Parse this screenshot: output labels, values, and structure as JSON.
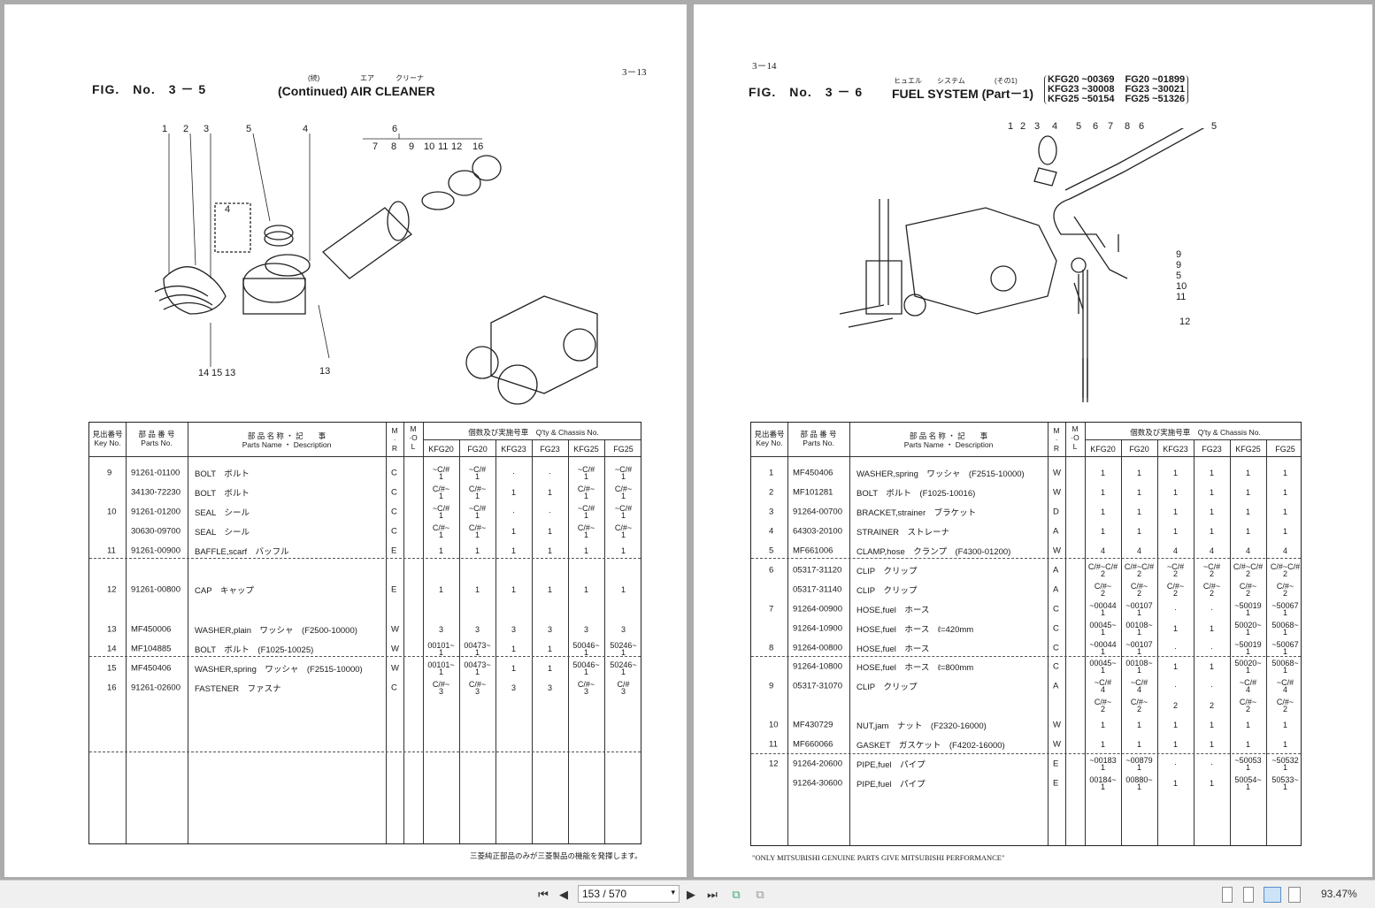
{
  "viewer": {
    "page_field": "153 / 570",
    "zoom": "93.47%",
    "icons": [
      "first-page-icon",
      "previous-page-icon",
      "next-page-icon",
      "last-page-icon",
      "rotate-icon",
      "extract-icon",
      "single-page-view-icon",
      "continuous-view-icon",
      "two-page-view-icon",
      "two-page-continuous-icon"
    ]
  },
  "table_header": {
    "key_jp": "見出番号",
    "key_en": "Key No.",
    "part_jp": "部 品 番 号",
    "part_en": "Parts No.",
    "name_jp": "部 品 名 称 ・ 記　　事",
    "name_en": "Parts Name ・ Description",
    "mr": "M\n·\nR",
    "mol": "M\n·O\nL",
    "qty": "個数及び実施号車　Q'ty & Chassis No.",
    "models": [
      "KFG20",
      "FG20",
      "KFG23",
      "FG23",
      "KFG25",
      "FG25"
    ]
  },
  "left_page": {
    "page_number": "3－13",
    "fig_label": "FIG.　No.　3 － 5",
    "title_ruby": [
      "(続)",
      "エア",
      "クリーナ"
    ],
    "title": "(Continued) AIR CLEANER",
    "callouts_top": [
      "1",
      "2",
      "3",
      "5",
      "4",
      "6",
      "7",
      "8",
      "9",
      "10",
      "11",
      "12",
      "16"
    ],
    "callouts_other": [
      "4",
      "14",
      "15",
      "13",
      "13"
    ],
    "footer": "三菱純正部品のみが三菱製品の機能を発揮します。",
    "rows": [
      {
        "key": "9",
        "part": "91261-01100",
        "name": "BOLT　ボルト",
        "mr": "C",
        "qty": [
          "~C/#\n1",
          "~C/#\n1",
          "·",
          "·",
          "~C/#\n1",
          "~C/#\n1"
        ]
      },
      {
        "key": "",
        "part": "34130-72230",
        "name": "BOLT　ボルト",
        "mr": "C",
        "qty": [
          "C/#~\n1",
          "C/#~\n1",
          "1",
          "1",
          "C/#~\n1",
          "C/#~\n1"
        ]
      },
      {
        "key": "10",
        "part": "91261-01200",
        "name": "SEAL　シール",
        "mr": "C",
        "qty": [
          "~C/#\n1",
          "~C/#\n1",
          "·",
          "·",
          "~C/#\n1",
          "~C/#\n1"
        ]
      },
      {
        "key": "",
        "part": "30630-09700",
        "name": "SEAL　シール",
        "mr": "C",
        "qty": [
          "C/#~\n1",
          "C/#~\n1",
          "1",
          "1",
          "C/#~\n1",
          "C/#~\n1"
        ]
      },
      {
        "key": "11",
        "part": "91261-00900",
        "name": "BAFFLE,scarf　バッフル",
        "mr": "E",
        "qty": [
          "1",
          "1",
          "1",
          "1",
          "1",
          "1"
        ]
      },
      {
        "key": "12",
        "part": "91261-00800",
        "name": "CAP　キャップ",
        "mr": "E",
        "qty": [
          "1",
          "1",
          "1",
          "1",
          "1",
          "1"
        ]
      },
      {
        "key": "13",
        "part": "MF450006",
        "name": "WASHER,plain　ワッシャ　(F2500-10000)",
        "mr": "W",
        "qty": [
          "3",
          "3",
          "3",
          "3",
          "3",
          "3"
        ]
      },
      {
        "key": "14",
        "part": "MF104885",
        "name": "BOLT　ボルト　(F1025-10025)",
        "mr": "W",
        "qty": [
          "00101~\n1",
          "00473~\n1",
          "1",
          "1",
          "50046~\n1",
          "50246~\n1"
        ]
      },
      {
        "key": "15",
        "part": "MF450406",
        "name": "WASHER,spring　ワッシャ　(F2515-10000)",
        "mr": "W",
        "qty": [
          "00101~\n1",
          "00473~\n1",
          "1",
          "1",
          "50046~\n1",
          "50246~\n1"
        ]
      },
      {
        "key": "16",
        "part": "91261-02600",
        "name": "FASTENER　ファスナ",
        "mr": "C",
        "qty": [
          "C/#~\n3",
          "C/#~\n3",
          "3",
          "3",
          "C/#~\n3",
          "C/#\n3"
        ]
      }
    ]
  },
  "right_page": {
    "page_number": "3－14",
    "fig_label": "FIG.　No.　3 － 6",
    "title_ruby": [
      "ヒュエル",
      "システム",
      "(その1)"
    ],
    "title": "FUEL SYSTEM (Part－1)",
    "chassis_ranges": [
      [
        "KFG20 ~00369",
        "FG20 ~01899"
      ],
      [
        "KFG23 ~30008",
        "FG23 ~30021"
      ],
      [
        "KFG25 ~50154",
        "FG25 ~51326"
      ]
    ],
    "callouts_top": [
      "1",
      "2",
      "3",
      "4",
      "5",
      "6",
      "7",
      "8",
      "6",
      "5"
    ],
    "callouts_side": [
      "9",
      "9",
      "5",
      "10",
      "11",
      "12"
    ],
    "footer": "\"ONLY MITSUBISHI GENUINE PARTS GIVE MITSUBISHI PERFORMANCE\"",
    "rows": [
      {
        "key": "1",
        "part": "MF450406",
        "name": "WASHER,spring　ワッシャ　(F2515-10000)",
        "mr": "W",
        "qty": [
          "1",
          "1",
          "1",
          "1",
          "1",
          "1"
        ]
      },
      {
        "key": "2",
        "part": "MF101281",
        "name": "BOLT　ボルト　(F1025-10016)",
        "mr": "W",
        "qty": [
          "1",
          "1",
          "1",
          "1",
          "1",
          "1"
        ]
      },
      {
        "key": "3",
        "part": "91264-00700",
        "name": "BRACKET,strainer　ブラケット",
        "mr": "D",
        "qty": [
          "1",
          "1",
          "1",
          "1",
          "1",
          "1"
        ]
      },
      {
        "key": "4",
        "part": "64303-20100",
        "name": "STRAINER　ストレーナ",
        "mr": "A",
        "qty": [
          "1",
          "1",
          "1",
          "1",
          "1",
          "1"
        ]
      },
      {
        "key": "5",
        "part": "MF661006",
        "name": "CLAMP,hose　クランプ　(F4300-01200)",
        "mr": "W",
        "qty": [
          "4",
          "4",
          "4",
          "4",
          "4",
          "4"
        ]
      },
      {
        "key": "6",
        "part": "05317-31120",
        "name": "CLIP　クリップ",
        "mr": "A",
        "qty": [
          "C/#~C/#\n2",
          "C/#~C/#\n2",
          "~C/#\n2",
          "~C/#\n2",
          "C/#~C/#\n2",
          "C/#~C/#\n2"
        ]
      },
      {
        "key": "",
        "part": "05317-31140",
        "name": "CLIP　クリップ",
        "mr": "A",
        "qty": [
          "C/#~\n2",
          "C/#~\n2",
          "C/#~\n2",
          "C/#~\n2",
          "C/#~\n2",
          "C/#~\n2"
        ]
      },
      {
        "key": "7",
        "part": "91264-00900",
        "name": "HOSE,fuel　ホース",
        "mr": "C",
        "qty": [
          "~00044\n1",
          "~00107\n1",
          "·",
          "·",
          "~50019\n1",
          "~50067\n1"
        ]
      },
      {
        "key": "",
        "part": "91264-10900",
        "name": "HOSE,fuel　ホース　ℓ=420mm",
        "mr": "C",
        "qty": [
          "00045~\n1",
          "00108~\n1",
          "1",
          "1",
          "50020~\n1",
          "50068~\n1"
        ]
      },
      {
        "key": "8",
        "part": "91264-00800",
        "name": "HOSE,fuel　ホース",
        "mr": "C",
        "qty": [
          "~00044\n1",
          "~00107\n1",
          "·",
          "·",
          "~50019\n1",
          "~50067\n1"
        ]
      },
      {
        "key": "",
        "part": "91264-10800",
        "name": "HOSE,fuel　ホース　ℓ=800mm",
        "mr": "C",
        "qty": [
          "00045~\n1",
          "00108~\n1",
          "1",
          "1",
          "50020~\n1",
          "50068~\n1"
        ]
      },
      {
        "key": "9",
        "part": "05317-31070",
        "name": "CLIP　クリップ",
        "mr": "A",
        "qty": [
          "~C/#\n4",
          "~C/#\n4",
          "·",
          "·",
          "~C/#\n4",
          "~C/#\n4"
        ]
      },
      {
        "key": "",
        "part": "",
        "name": "",
        "mr": "",
        "qty": [
          "C/#~\n2",
          "C/#~\n2",
          "2",
          "2",
          "C/#~\n2",
          "C/#~\n2"
        ]
      },
      {
        "key": "10",
        "part": "MF430729",
        "name": "NUT,jam　ナット　(F2320-16000)",
        "mr": "W",
        "qty": [
          "1",
          "1",
          "1",
          "1",
          "1",
          "1"
        ]
      },
      {
        "key": "11",
        "part": "MF660066",
        "name": "GASKET　ガスケット　(F4202-16000)",
        "mr": "W",
        "qty": [
          "1",
          "1",
          "1",
          "1",
          "1",
          "1"
        ]
      },
      {
        "key": "12",
        "part": "91264-20600",
        "name": "PIPE,fuel　パイプ",
        "mr": "E",
        "qty": [
          "~00183\n1",
          "~00879\n1",
          "·",
          "·",
          "~50053\n1",
          "~50532\n1"
        ]
      },
      {
        "key": "",
        "part": "91264-30600",
        "name": "PIPE,fuel　パイプ",
        "mr": "E",
        "qty": [
          "00184~\n1",
          "00880~\n1",
          "1",
          "1",
          "50054~\n1",
          "50533~\n1"
        ]
      }
    ]
  }
}
